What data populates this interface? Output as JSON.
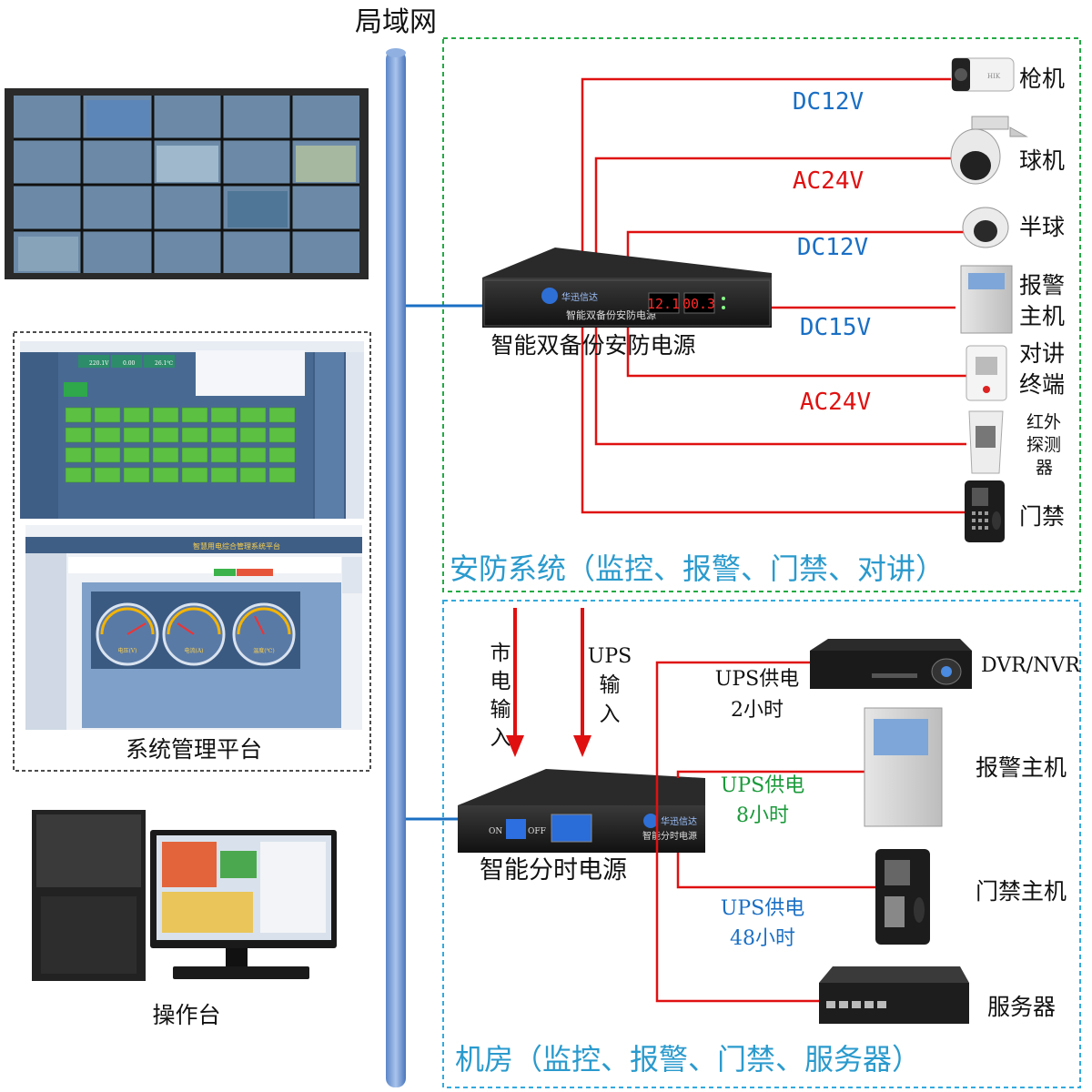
{
  "network": {
    "label": "局域网"
  },
  "security_zone": {
    "title": "安防系统（监控、报警、门禁、对讲）",
    "power_supply": {
      "caption": "智能双备份安防电源",
      "panel_label": "智能双备份安防电源",
      "voltage_reading": "12.1",
      "current_reading": "00.3",
      "brand": "华迅信达"
    },
    "lines": [
      {
        "voltage": "DC12V",
        "color": "#1a6fc4"
      },
      {
        "voltage": "AC24V",
        "color": "#e01010"
      },
      {
        "voltage": "DC12V",
        "color": "#1a6fc4"
      },
      {
        "voltage": "DC15V",
        "color": "#1a6fc4"
      },
      {
        "voltage": "AC24V",
        "color": "#e01010"
      }
    ],
    "devices": [
      {
        "name": "枪机"
      },
      {
        "name": "球机"
      },
      {
        "name": "半球"
      },
      {
        "name_line1": "报警",
        "name_line2": "主机"
      },
      {
        "name_line1": "对讲",
        "name_line2": "终端"
      },
      {
        "name_line1": "红外",
        "name_line2": "探测",
        "name_line3": "器"
      },
      {
        "name": "门禁"
      }
    ]
  },
  "machine_room_zone": {
    "title": "机房（监控、报警、门禁、服务器）",
    "inputs": [
      {
        "l1": "市",
        "l2": "电",
        "l3": "输",
        "l4": "入"
      },
      {
        "l1": "UPS",
        "l2": "输",
        "l3": "入"
      }
    ],
    "power_supply": {
      "caption": "智能分时电源",
      "panel_label": "智能分时电源",
      "brand": "华迅信达",
      "on_label": "ON",
      "off_label": "OFF"
    },
    "lines": [
      {
        "l1": "UPS供电",
        "l2": "2小时",
        "color": "#111111"
      },
      {
        "l1": "UPS供电",
        "l2": "8小时",
        "color": "#1a9a3a"
      },
      {
        "l1": "UPS供电",
        "l2": "48小时",
        "color": "#1a6fc4"
      }
    ],
    "devices": [
      {
        "name": "DVR/NVR"
      },
      {
        "name": "报警主机"
      },
      {
        "name": "门禁主机"
      },
      {
        "name": "服务器"
      }
    ]
  },
  "left_panel": {
    "management_caption": "系统管理平台",
    "console_caption": "操作台",
    "screen1": {
      "readings": [
        "220.1V",
        "0.00",
        "26.1℃"
      ]
    },
    "screen2": {
      "title": "智慧用电综合管理系统平台",
      "gauges": [
        "电压(V)",
        "电流(A)",
        "温度(℃)"
      ]
    }
  }
}
